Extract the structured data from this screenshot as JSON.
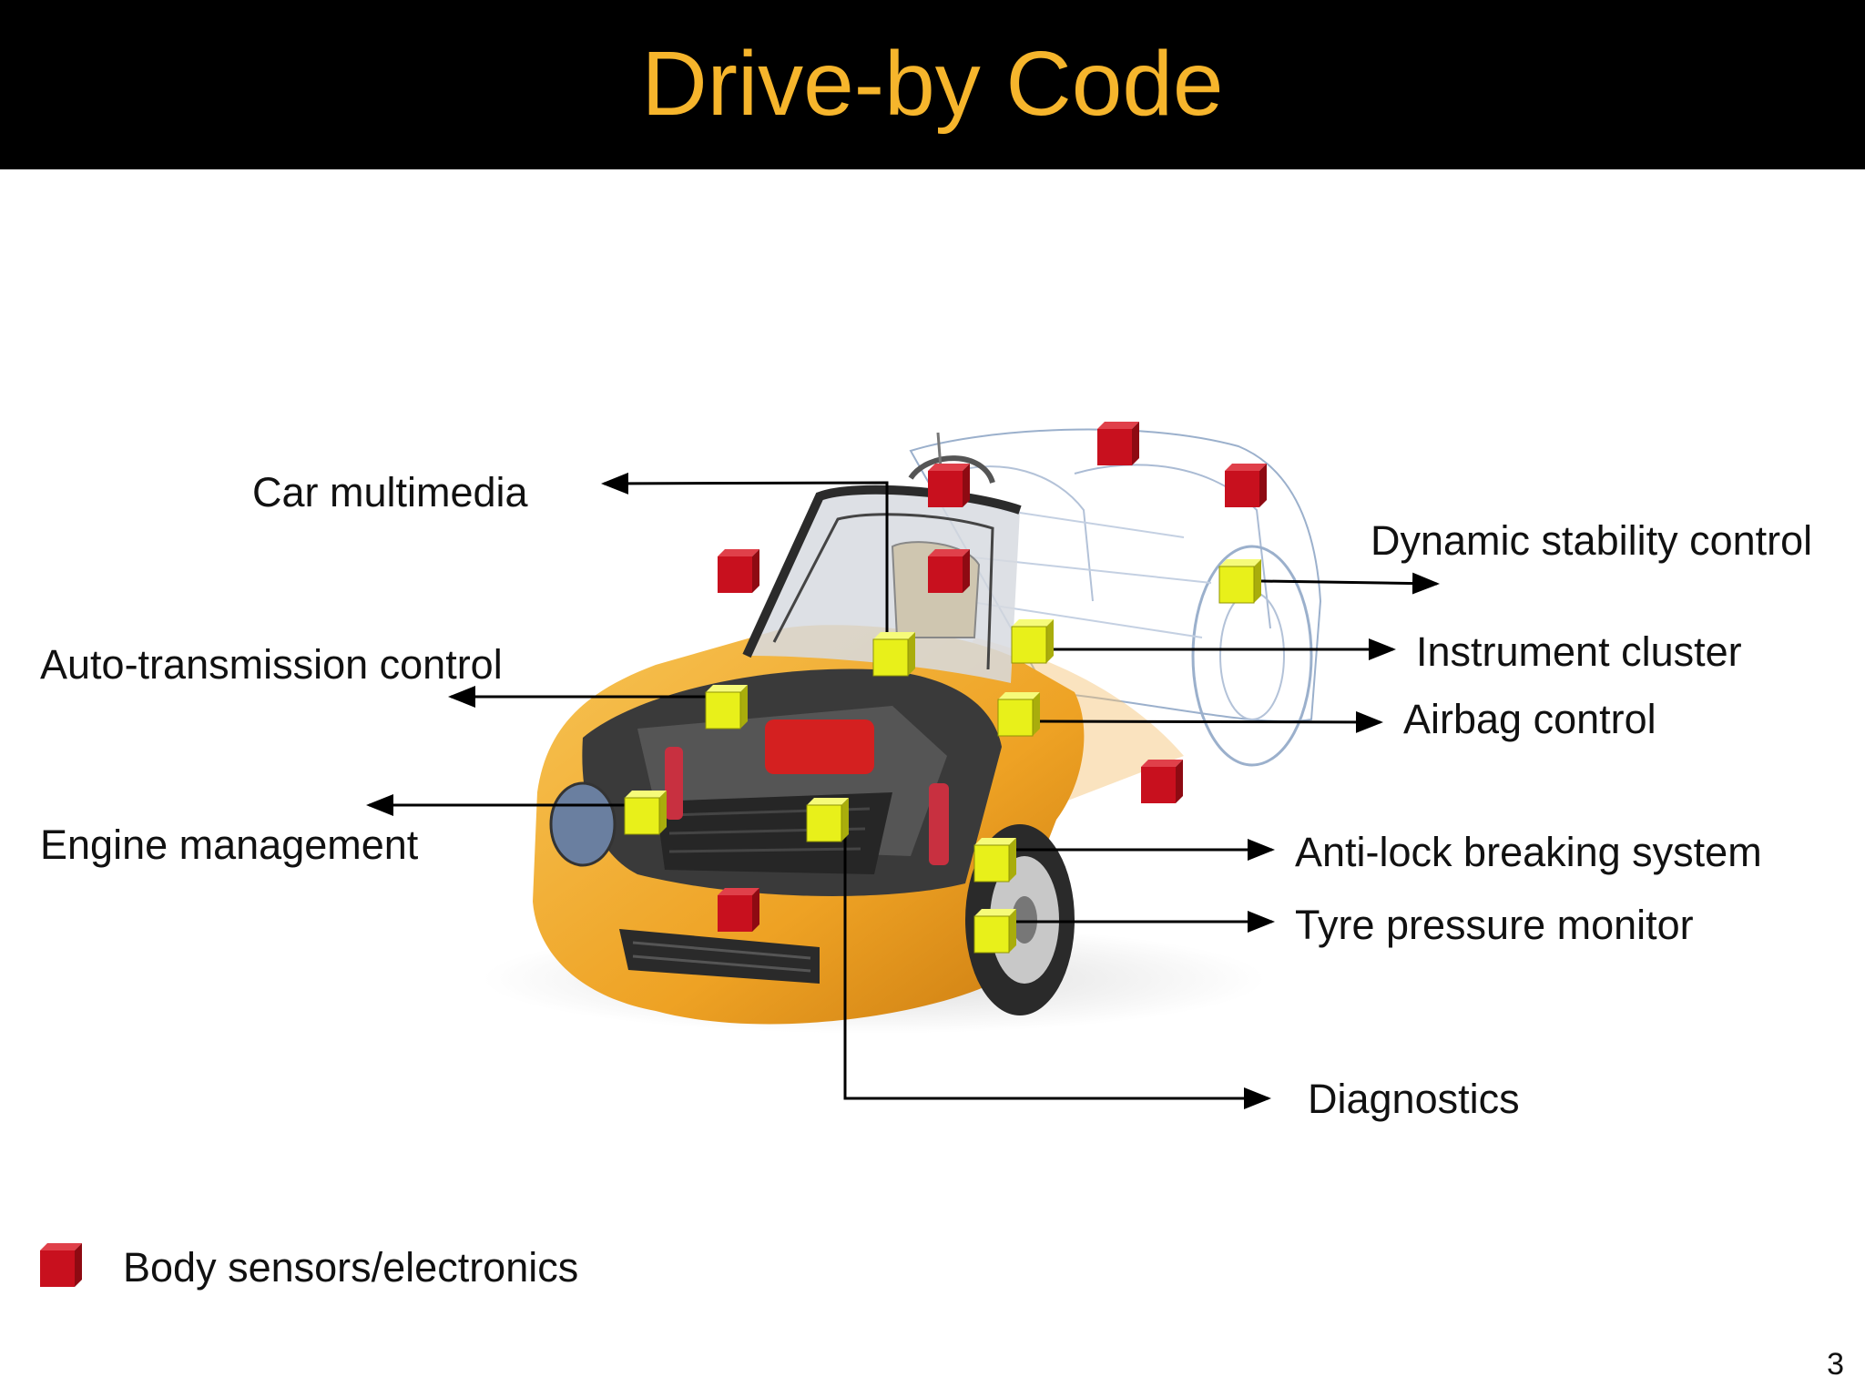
{
  "title": "Drive-by Code",
  "labels": {
    "car_multimedia": "Car multimedia",
    "auto_transmission": "Auto-transmission control",
    "engine_management": "Engine management",
    "dynamic_stability": "Dynamic stability control",
    "instrument_cluster": "Instrument cluster",
    "airbag_control": "Airbag control",
    "anti_lock": "Anti-lock breaking system",
    "tyre_pressure": "Tyre pressure monitor",
    "diagnostics": "Diagnostics"
  },
  "legend": {
    "body_sensors": "Body sensors/electronics"
  },
  "page_number": "3",
  "colors": {
    "title": "#f6b52c",
    "title_bar": "#000000",
    "sensor_red": "#c8101e",
    "ecu_yellow": "#e8f01a",
    "car_body": "#f0a928"
  }
}
